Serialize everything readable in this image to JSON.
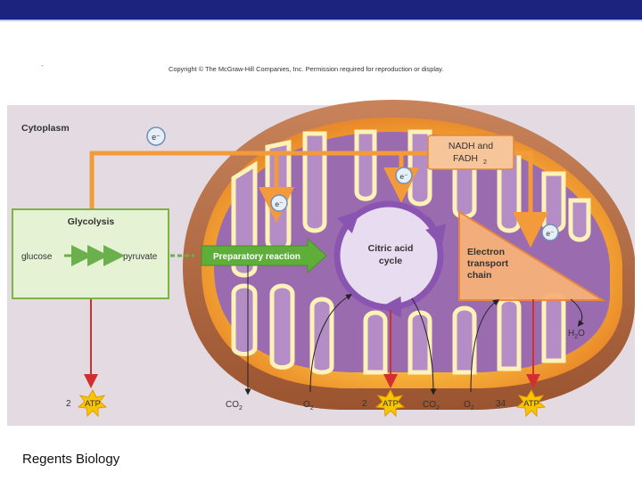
{
  "slide": {
    "footer": "Regents Biology",
    "copyright": "Copyright © The McGraw-Hill Companies, Inc. Permission required for reproduction or display."
  },
  "labels": {
    "cytoplasm": "Cytoplasm",
    "glycolysis": "Glycolysis",
    "glucose": "glucose",
    "pyruvate": "pyruvate",
    "preparatory": "Preparatory reaction",
    "citric_line1": "Citric acid",
    "citric_line2": "cycle",
    "nadh_line1": "NADH and",
    "nadh_line2": "FADH",
    "nadh_sub": "2",
    "etc_line1": "Electron",
    "etc_line2": "transport",
    "etc_line3": "chain",
    "electron": "e⁻",
    "water": "H",
    "water_sub": "2",
    "water_end": "O"
  },
  "outputs": [
    {
      "count": "2",
      "atp": "ATP"
    },
    {
      "count": "2",
      "atp": "ATP"
    },
    {
      "count": "34",
      "atp": "ATP"
    }
  ],
  "gases": {
    "co2": "CO",
    "co2_sub": "2",
    "o2": "O",
    "o2_sub": "2"
  },
  "colors": {
    "banner": "#1a237e",
    "outer_membrane": "#b0683a",
    "matrix_glow": "#f6a623",
    "matrix": "#9b6bb0",
    "cristae_fill": "#fff2b8",
    "flow_orange": "#f39a3b",
    "glycolysis_box": "#e6f2d4",
    "glycolysis_border": "#7cb342",
    "arrow_green": "#6ab04c",
    "atp_red": "#d32f2f",
    "atp_star": "#f7c600"
  }
}
